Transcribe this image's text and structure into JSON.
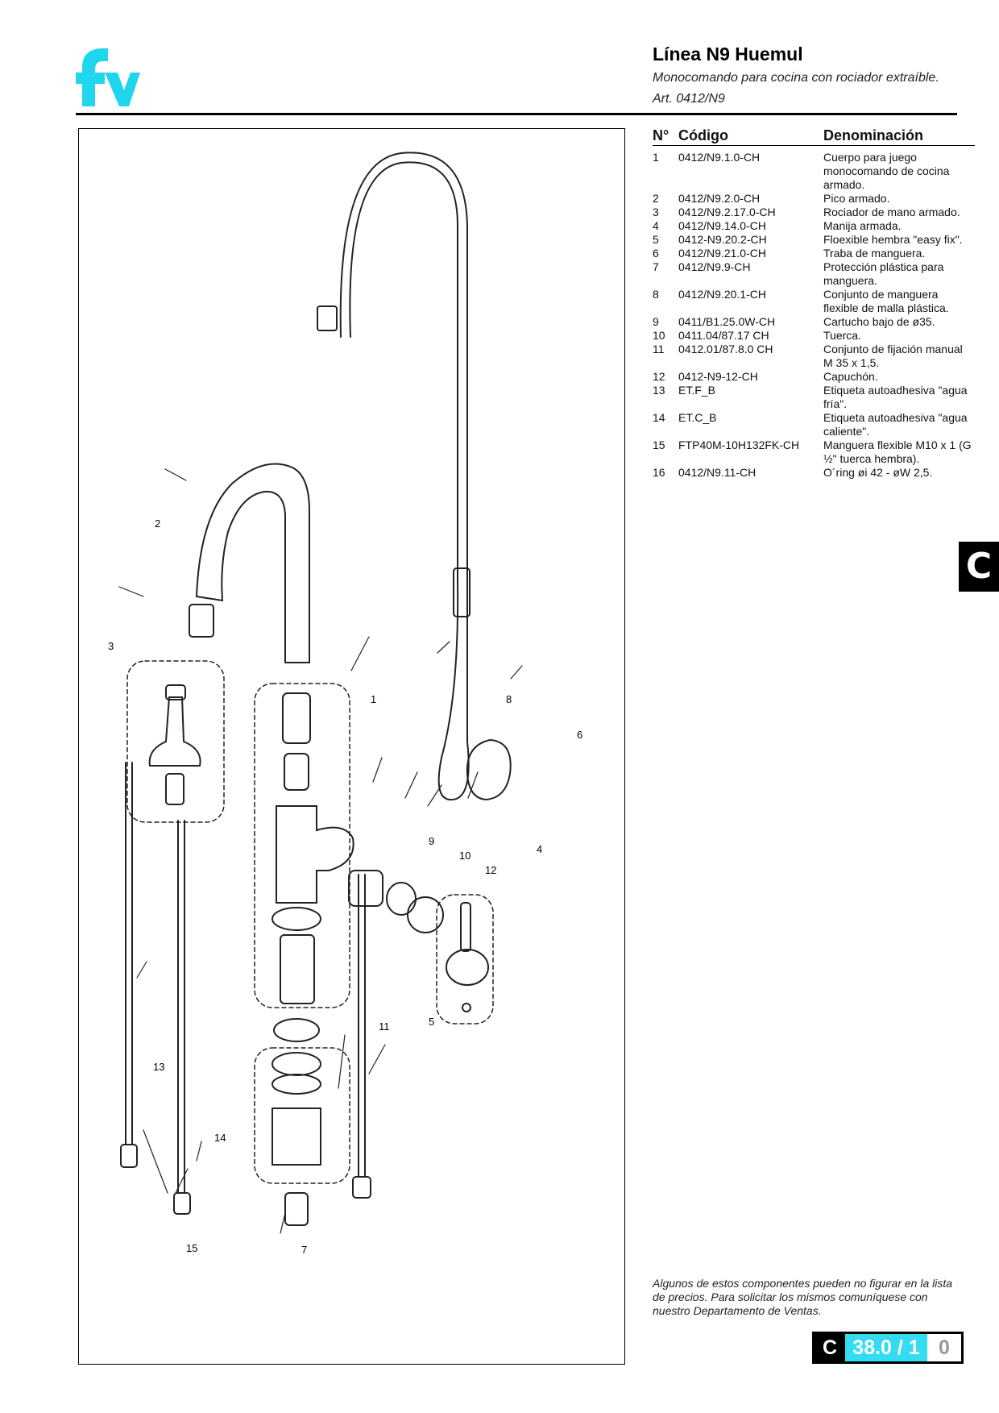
{
  "brand": {
    "logo_text": "fv",
    "logo_color": "#1fd6ee"
  },
  "header": {
    "title": "Línea N9 Huemul",
    "subtitle": "Monocomando para cocina con rociador extraíble.",
    "article": "Art. 0412/N9"
  },
  "table": {
    "col_no": "N°",
    "col_code": "Código",
    "col_name": "Denominación",
    "rows": [
      {
        "no": "1",
        "code": "0412/N9.1.0-CH",
        "name": "Cuerpo para juego monocomando de cocina armado."
      },
      {
        "no": "2",
        "code": "0412/N9.2.0-CH",
        "name": "Pico armado."
      },
      {
        "no": "3",
        "code": "0412/N9.2.17.0-CH",
        "name": "Rociador de mano armado."
      },
      {
        "no": "4",
        "code": "0412/N9.14.0-CH",
        "name": "Manija armada."
      },
      {
        "no": "5",
        "code": "0412-N9.20.2-CH",
        "name": "Floexible hembra \"easy fix\"."
      },
      {
        "no": "6",
        "code": "0412/N9.21.0-CH",
        "name": "Traba de manguera."
      },
      {
        "no": "7",
        "code": "0412/N9.9-CH",
        "name": "Protección plástica para manguera."
      },
      {
        "no": "8",
        "code": "0412/N9.20.1-CH",
        "name": "Conjunto de manguera flexible de malla plástica."
      },
      {
        "no": "9",
        "code": "0411/B1.25.0W-CH",
        "name": "Cartucho bajo de ø35."
      },
      {
        "no": "10",
        "code": "0411.04/87.17 CH",
        "name": "Tuerca."
      },
      {
        "no": "11",
        "code": "0412.01/87.8.0 CH",
        "name": "Conjunto de fijación manual M 35 x 1,5."
      },
      {
        "no": "12",
        "code": "0412-N9-12-CH",
        "name": "Capuchón."
      },
      {
        "no": "13",
        "code": "ET.F_B",
        "name": "Etiqueta autoadhesiva \"agua fría\"."
      },
      {
        "no": "14",
        "code": "ET.C_B",
        "name": "Etiqueta autoadhesiva \"agua caliente\"."
      },
      {
        "no": "15",
        "code": "FTP40M-10H132FK-CH",
        "name": "Manguera flexible M10 x 1 (G ½\" tuerca hembra)."
      },
      {
        "no": "16",
        "code": "0412/N9.11-CH",
        "name": "O´ring øi 42 - øW 2,5."
      }
    ]
  },
  "diagram": {
    "callouts": [
      "2",
      "3",
      "1",
      "8",
      "6",
      "9",
      "10",
      "12",
      "4",
      "13",
      "11",
      "5",
      "14",
      "15",
      "7"
    ]
  },
  "side_tab": "C",
  "note": "Algunos de estos componentes pueden no figurar en la lista de precios. Para solicitar los mismos comuníquese con nuestro Departamento de Ventas.",
  "page_code": {
    "letter": "C",
    "number": "38.0 / 1",
    "revision": "0",
    "accent": "#33dcf0"
  }
}
